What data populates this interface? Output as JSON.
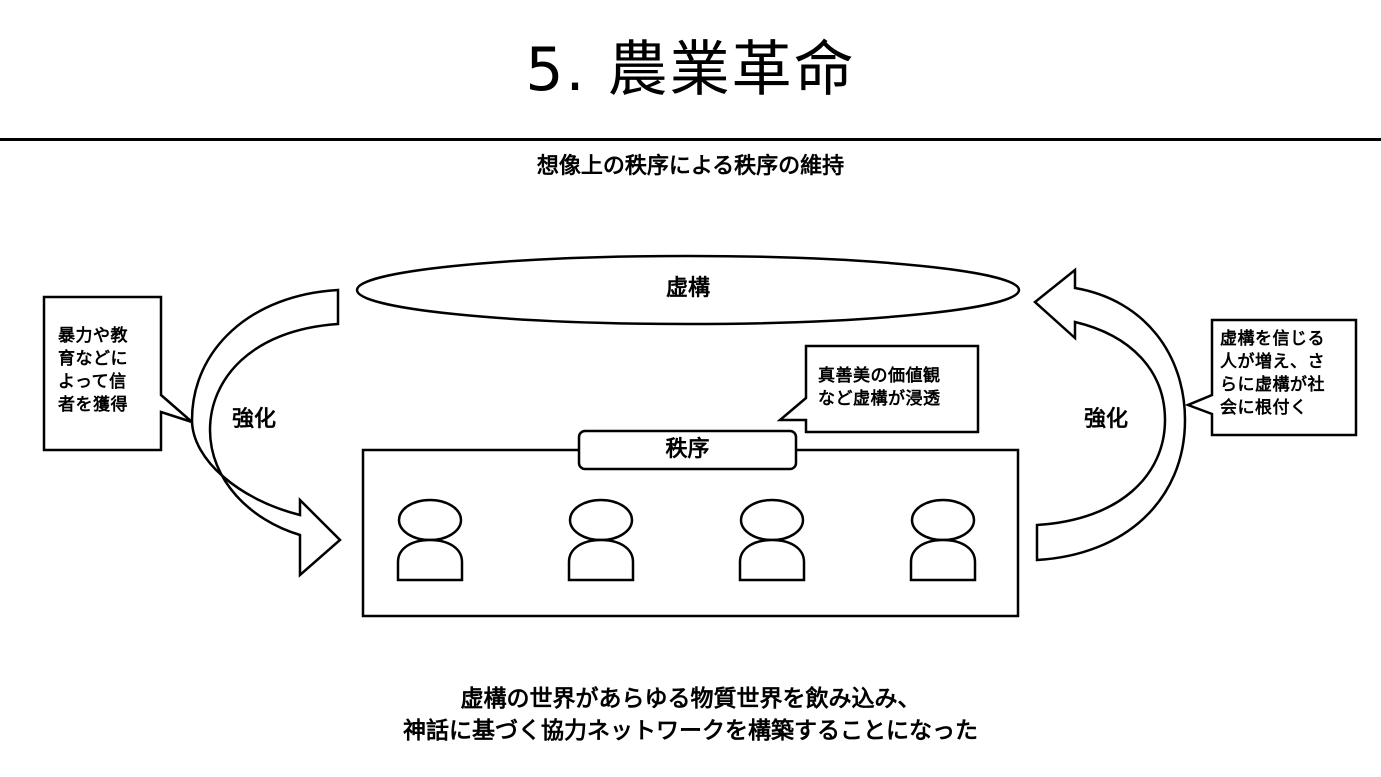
{
  "title": "5. 農業革命",
  "subtitle": "想像上の秩序による秩序の維持",
  "diagram": {
    "fiction_label": "虚構",
    "order_label": "秩序",
    "left_arrow_label": "強化",
    "right_arrow_label": "強化",
    "left_note": "暴力や教\n育などに\nよって信\n者を獲得",
    "center_note": "真善美の価値観\nなど虚構が浸透",
    "right_note": "虚構を信じる\n人が増え、さ\nらに虚構が社\n会に根付く",
    "person_count": 4
  },
  "conclusion": {
    "line1": "虚構の世界があらゆる物質世界を飲み込み、",
    "line2": "神話に基づく協力ネットワークを構築することになった"
  }
}
